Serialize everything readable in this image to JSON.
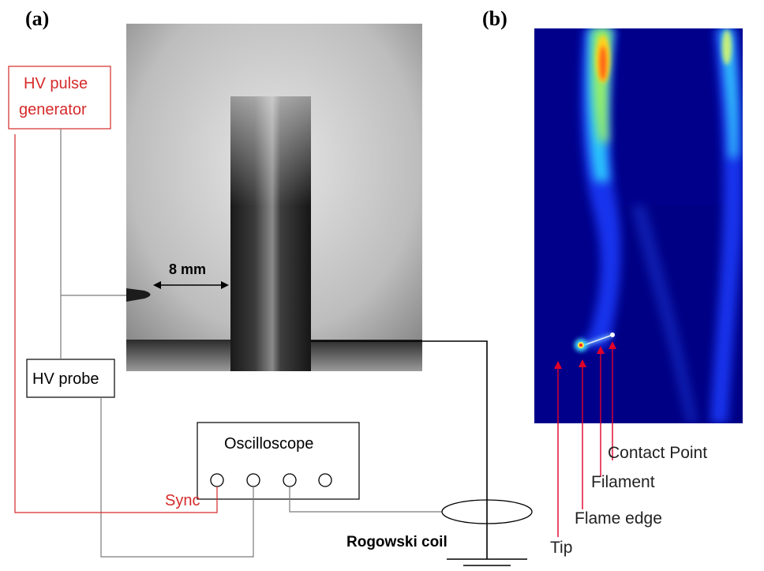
{
  "panel_a": {
    "label": "(a)",
    "hv_generator_line1": "HV pulse",
    "hv_generator_line2": "generator",
    "hv_probe": "HV probe",
    "dimension": "8 mm",
    "oscilloscope": "Oscilloscope",
    "sync": "Sync",
    "rogowski": "Rogowski coil"
  },
  "panel_b": {
    "label": "(b)",
    "annotations": [
      "Contact Point",
      "Filament",
      "Flame edge",
      "Tip"
    ]
  },
  "colors": {
    "red_wire": "#d62a2a",
    "gray_wire": "#7a7a7a",
    "arrow_red": "#e0002a"
  }
}
